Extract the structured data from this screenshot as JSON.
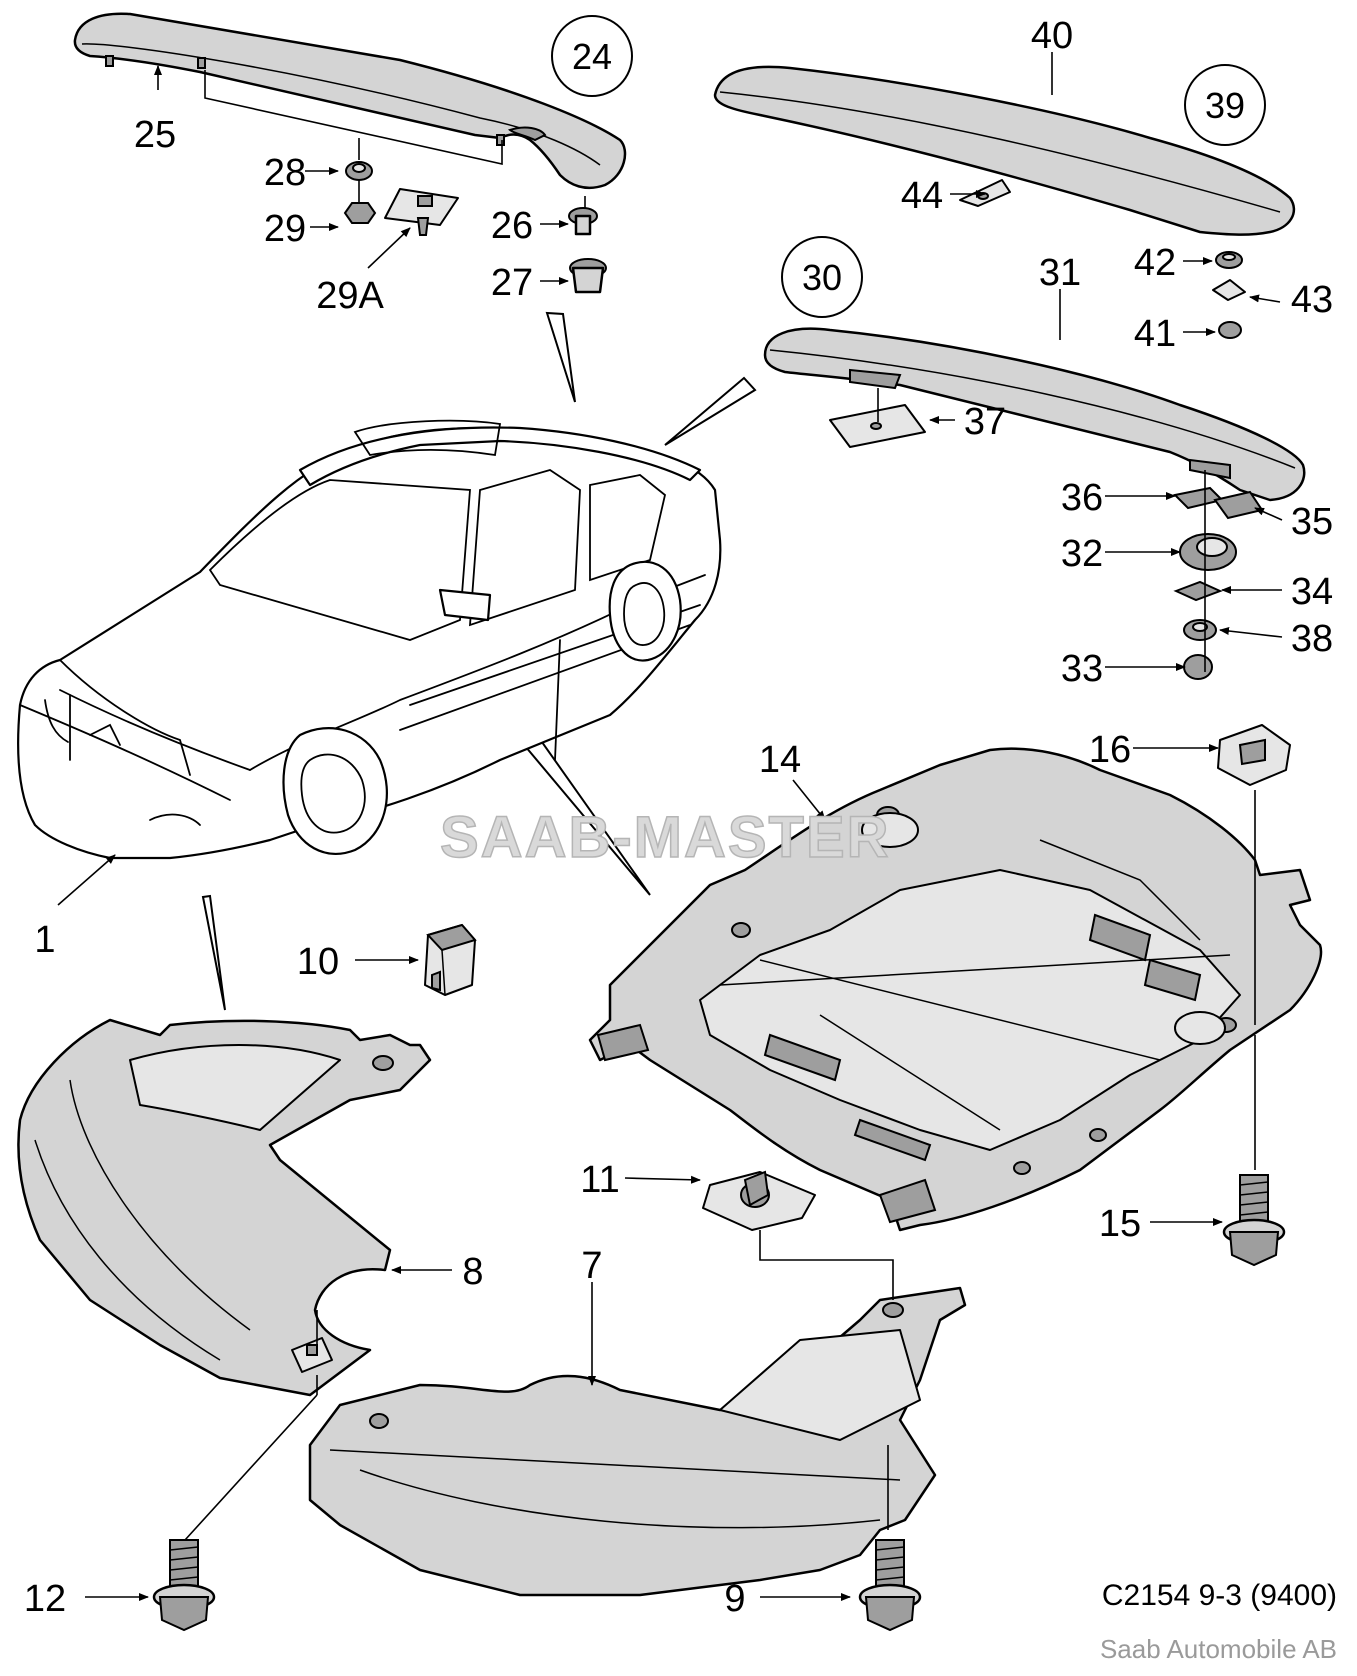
{
  "callouts": {
    "c1": "1",
    "c7": "7",
    "c8": "8",
    "c9": "9",
    "c10": "10",
    "c11": "11",
    "c12": "12",
    "c14": "14",
    "c15": "15",
    "c16": "16",
    "c24": "24",
    "c25": "25",
    "c26": "26",
    "c27": "27",
    "c28": "28",
    "c29": "29",
    "c29a": "29A",
    "c30": "30",
    "c31": "31",
    "c32": "32",
    "c33": "33",
    "c34": "34",
    "c35": "35",
    "c36": "36",
    "c37": "37",
    "c38": "38",
    "c39": "39",
    "c40": "40",
    "c41": "41",
    "c42": "42",
    "c43": "43",
    "c44": "44"
  },
  "watermark": "SAAB-MASTER",
  "reference": "C2154 9-3 (9400)",
  "copyright": "Saab Automobile AB"
}
